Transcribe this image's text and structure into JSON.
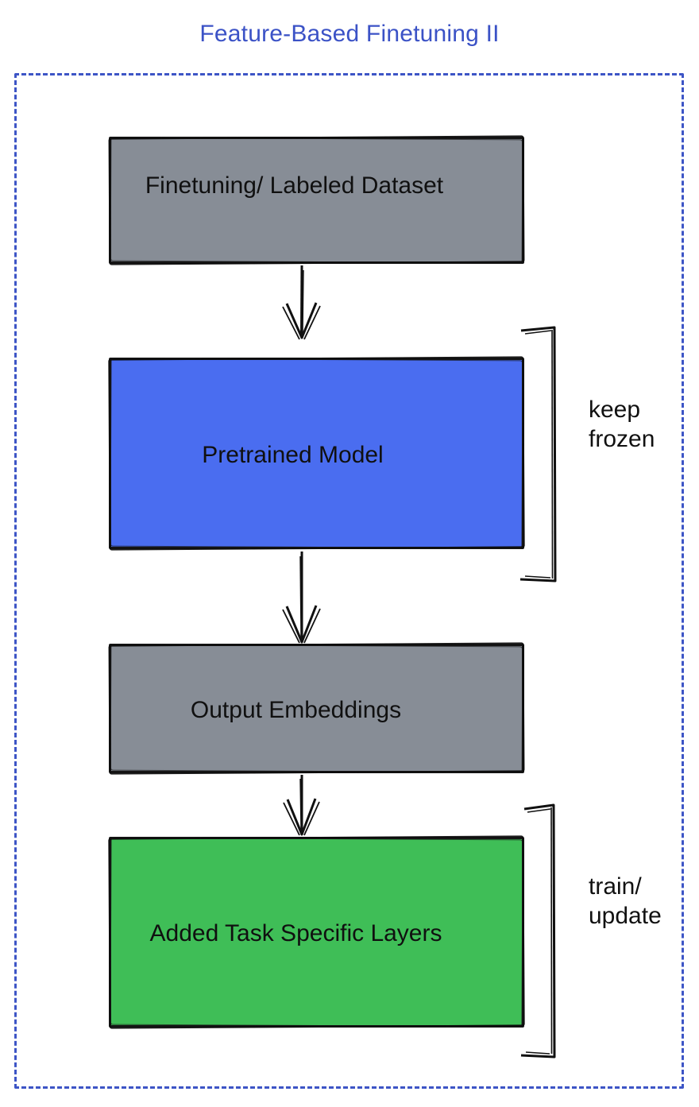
{
  "page": {
    "title": "Feature-Based Finetuning II"
  },
  "colors": {
    "title_text": "#3B52C6",
    "frame_border": "#3D55C6",
    "node_gray": "#878D96",
    "node_blue": "#4A6DF0",
    "node_green": "#3FBE57",
    "ink": "#111111"
  },
  "diagram": {
    "type": "flowchart",
    "direction": "top-down",
    "nodes": [
      {
        "id": "finetuning-dataset",
        "label": "Finetuning/ Labeled Dataset",
        "fill": "#878D96"
      },
      {
        "id": "pretrained-model",
        "label": "Pretrained Model",
        "fill": "#4A6DF0"
      },
      {
        "id": "output-embeddings",
        "label": "Output Embeddings",
        "fill": "#878D96"
      },
      {
        "id": "added-task-specific-layers",
        "label": "Added Task Specific Layers",
        "fill": "#3FBE57"
      }
    ],
    "edges": [
      {
        "from": "finetuning-dataset",
        "to": "pretrained-model",
        "style": "arrow-down"
      },
      {
        "from": "pretrained-model",
        "to": "output-embeddings",
        "style": "arrow-down"
      },
      {
        "from": "output-embeddings",
        "to": "added-task-specific-layers",
        "style": "arrow-down"
      }
    ],
    "annotations": [
      {
        "target": "pretrained-model",
        "line1": "keep",
        "line2": "frozen"
      },
      {
        "target": "added-task-specific-layers",
        "line1": "train/",
        "line2": "update"
      }
    ]
  }
}
